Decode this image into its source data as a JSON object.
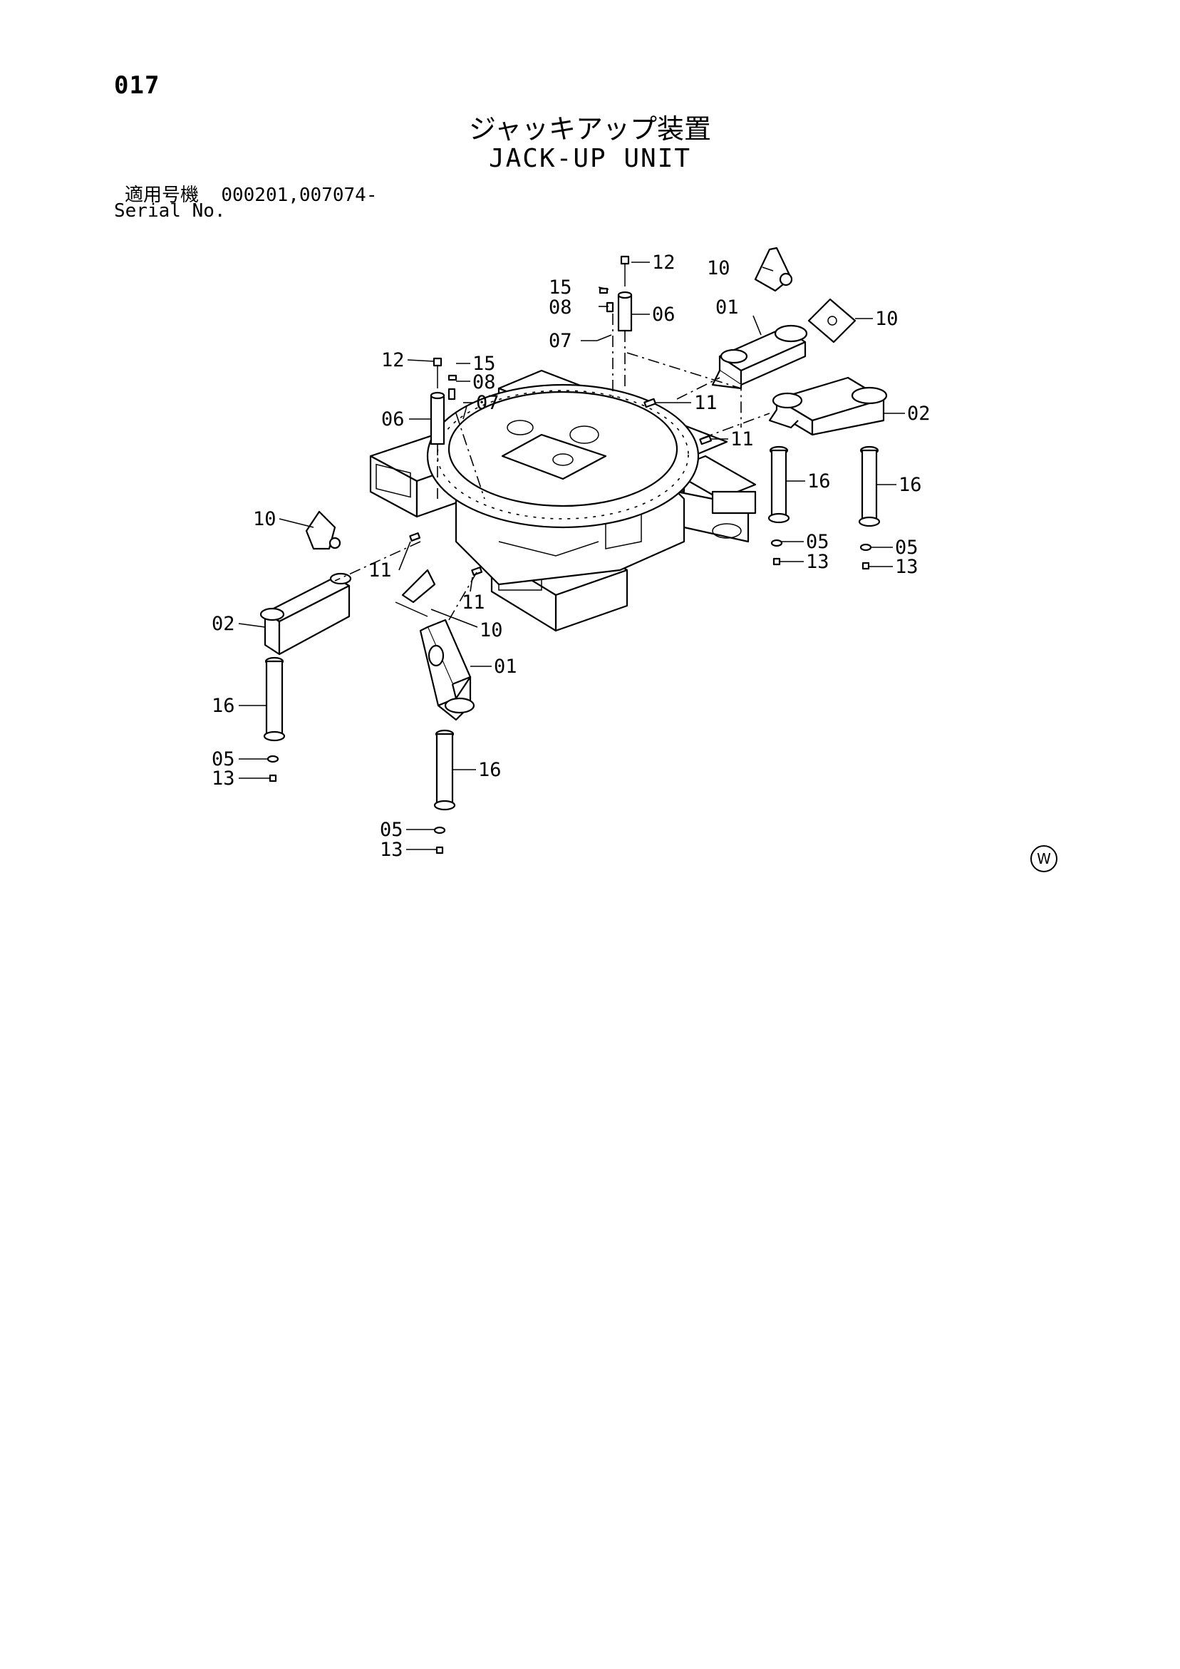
{
  "page_number": "017",
  "title_jp": "ジャッキアップ装置",
  "title_en": "JACK-UP UNIT",
  "serial": {
    "label_jp": "適用号機",
    "value": "000201,007074-",
    "label_en": "Serial No."
  },
  "watermark_mark": "W",
  "callouts": [
    {
      "id": "c1",
      "text": "12"
    },
    {
      "id": "c2",
      "text": "10"
    },
    {
      "id": "c3",
      "text": "15"
    },
    {
      "id": "c4",
      "text": "08"
    },
    {
      "id": "c5",
      "text": "06"
    },
    {
      "id": "c6",
      "text": "01"
    },
    {
      "id": "c7",
      "text": "10"
    },
    {
      "id": "c8",
      "text": "07"
    },
    {
      "id": "c9",
      "text": "12"
    },
    {
      "id": "c10",
      "text": "15"
    },
    {
      "id": "c11",
      "text": "08"
    },
    {
      "id": "c12",
      "text": "07"
    },
    {
      "id": "c13",
      "text": "06"
    },
    {
      "id": "c14",
      "text": "11"
    },
    {
      "id": "c15",
      "text": "02"
    },
    {
      "id": "c16",
      "text": "11"
    },
    {
      "id": "c17",
      "text": "16"
    },
    {
      "id": "c18",
      "text": "16"
    },
    {
      "id": "c19",
      "text": "10"
    },
    {
      "id": "c20",
      "text": "05"
    },
    {
      "id": "c21",
      "text": "05"
    },
    {
      "id": "c22",
      "text": "13"
    },
    {
      "id": "c23",
      "text": "13"
    },
    {
      "id": "c24",
      "text": "11"
    },
    {
      "id": "c25",
      "text": "11"
    },
    {
      "id": "c26",
      "text": "02"
    },
    {
      "id": "c27",
      "text": "10"
    },
    {
      "id": "c28",
      "text": "01"
    },
    {
      "id": "c29",
      "text": "16"
    },
    {
      "id": "c30",
      "text": "16"
    },
    {
      "id": "c31",
      "text": "05"
    },
    {
      "id": "c32",
      "text": "13"
    },
    {
      "id": "c33",
      "text": "05"
    },
    {
      "id": "c34",
      "text": "13"
    }
  ]
}
